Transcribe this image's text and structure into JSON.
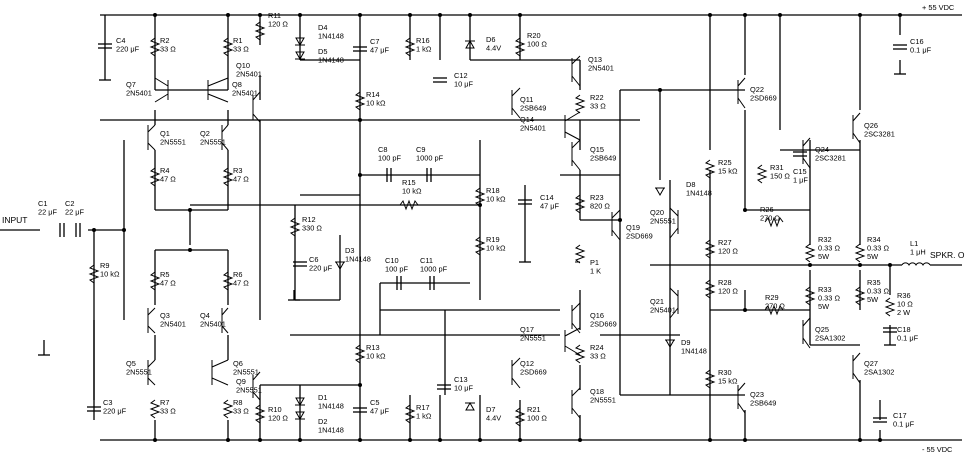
{
  "supply": {
    "pos": "+ 55 VDC",
    "neg": "- 55 VDC"
  },
  "io": {
    "input": "INPUT",
    "output": "SPKR. O"
  },
  "components": [
    {
      "ref": "C1",
      "value": "22 μF"
    },
    {
      "ref": "C2",
      "value": "22 μF"
    },
    {
      "ref": "R9",
      "value": "10 kΩ"
    },
    {
      "ref": "C3",
      "value": "220 μF"
    },
    {
      "ref": "C4",
      "value": "220 μF"
    },
    {
      "ref": "R2",
      "value": "33 Ω"
    },
    {
      "ref": "R1",
      "value": "33 Ω"
    },
    {
      "ref": "Q7",
      "value": "2N5401"
    },
    {
      "ref": "Q8",
      "value": "2N5401"
    },
    {
      "ref": "Q1",
      "value": "2N5551"
    },
    {
      "ref": "Q2",
      "value": "2N5551"
    },
    {
      "ref": "R4",
      "value": "47 Ω"
    },
    {
      "ref": "R3",
      "value": "47 Ω"
    },
    {
      "ref": "R5",
      "value": "47 Ω"
    },
    {
      "ref": "R6",
      "value": "47 Ω"
    },
    {
      "ref": "Q3",
      "value": "2N5401"
    },
    {
      "ref": "Q4",
      "value": "2N5401"
    },
    {
      "ref": "Q5",
      "value": "2N5551"
    },
    {
      "ref": "Q6",
      "value": "2N5551"
    },
    {
      "ref": "R7",
      "value": "33 Ω"
    },
    {
      "ref": "R8",
      "value": "33 Ω"
    },
    {
      "ref": "R11",
      "value": "120 Ω"
    },
    {
      "ref": "D4",
      "value": "1N4148"
    },
    {
      "ref": "D5",
      "value": "1N4148"
    },
    {
      "ref": "Q10",
      "value": "2N5401"
    },
    {
      "ref": "C7",
      "value": "47 μF"
    },
    {
      "ref": "R14",
      "value": "10 kΩ"
    },
    {
      "ref": "R12",
      "value": "330 Ω"
    },
    {
      "ref": "C6",
      "value": "220 μF"
    },
    {
      "ref": "D3",
      "value": "1N4148"
    },
    {
      "ref": "R13",
      "value": "10 kΩ"
    },
    {
      "ref": "Q9",
      "value": "2N5551"
    },
    {
      "ref": "R10",
      "value": "120 Ω"
    },
    {
      "ref": "D1",
      "value": "1N4148"
    },
    {
      "ref": "D2",
      "value": "1N4148"
    },
    {
      "ref": "C5",
      "value": "47 μF"
    },
    {
      "ref": "R16",
      "value": "1 kΩ"
    },
    {
      "ref": "C8",
      "value": "100 pF"
    },
    {
      "ref": "C9",
      "value": "1000 pF"
    },
    {
      "ref": "R15",
      "value": "10 kΩ"
    },
    {
      "ref": "C10",
      "value": "100 pF"
    },
    {
      "ref": "C11",
      "value": "1000 pF"
    },
    {
      "ref": "R17",
      "value": "1 kΩ"
    },
    {
      "ref": "D6",
      "value": "4.4V"
    },
    {
      "ref": "C12",
      "value": "10 μF"
    },
    {
      "ref": "R18",
      "value": "10 kΩ"
    },
    {
      "ref": "R19",
      "value": "10 kΩ"
    },
    {
      "ref": "C13",
      "value": "10 μF"
    },
    {
      "ref": "D7",
      "value": "4.4V"
    },
    {
      "ref": "R20",
      "value": "100 Ω"
    },
    {
      "ref": "Q11",
      "value": "2SB649"
    },
    {
      "ref": "Q13",
      "value": "2N5401"
    },
    {
      "ref": "R22",
      "value": "33 Ω"
    },
    {
      "ref": "Q14",
      "value": "2N5401"
    },
    {
      "ref": "Q15",
      "value": "2SB649"
    },
    {
      "ref": "C14",
      "value": "47 μF"
    },
    {
      "ref": "R23",
      "value": "820 Ω"
    },
    {
      "ref": "P1",
      "value": "1 K"
    },
    {
      "ref": "Q19",
      "value": "2SD669"
    },
    {
      "ref": "Q16",
      "value": "2SD669"
    },
    {
      "ref": "Q17",
      "value": "2N5551"
    },
    {
      "ref": "R24",
      "value": "33 Ω"
    },
    {
      "ref": "Q12",
      "value": "2SD669"
    },
    {
      "ref": "Q18",
      "value": "2N5551"
    },
    {
      "ref": "R21",
      "value": "100 Ω"
    },
    {
      "ref": "Q22",
      "value": "2SD669"
    },
    {
      "ref": "R25",
      "value": "15 kΩ"
    },
    {
      "ref": "D8",
      "value": "1N4148"
    },
    {
      "ref": "Q20",
      "value": "2N5551"
    },
    {
      "ref": "R27",
      "value": "120 Ω"
    },
    {
      "ref": "R26",
      "value": "270 Ω"
    },
    {
      "ref": "R31",
      "value": "150 Ω"
    },
    {
      "ref": "C15",
      "value": "1 μF"
    },
    {
      "ref": "Q24",
      "value": "2SC3281"
    },
    {
      "ref": "Q26",
      "value": "2SC3281"
    },
    {
      "ref": "R32",
      "value": "0.33 Ω",
      "extra": "5W"
    },
    {
      "ref": "R34",
      "value": "0.33 Ω",
      "extra": "5W"
    },
    {
      "ref": "R28",
      "value": "120 Ω"
    },
    {
      "ref": "R29",
      "value": "270 Ω"
    },
    {
      "ref": "R33",
      "value": "0.33 Ω",
      "extra": "5W"
    },
    {
      "ref": "R35",
      "value": "0.33 Ω",
      "extra": "5W"
    },
    {
      "ref": "Q21",
      "value": "2N5401"
    },
    {
      "ref": "D9",
      "value": "1N4148"
    },
    {
      "ref": "Q25",
      "value": "2SA1302"
    },
    {
      "ref": "Q27",
      "value": "2SA1302"
    },
    {
      "ref": "R30",
      "value": "15 kΩ"
    },
    {
      "ref": "Q23",
      "value": "2SB649"
    },
    {
      "ref": "L1",
      "value": "1 μH"
    },
    {
      "ref": "R36",
      "value": "10 Ω",
      "extra": "2 W"
    },
    {
      "ref": "C18",
      "value": "0.1 μF"
    },
    {
      "ref": "C16",
      "value": "0.1 μF"
    },
    {
      "ref": "C17",
      "value": "0.1 μF"
    }
  ]
}
